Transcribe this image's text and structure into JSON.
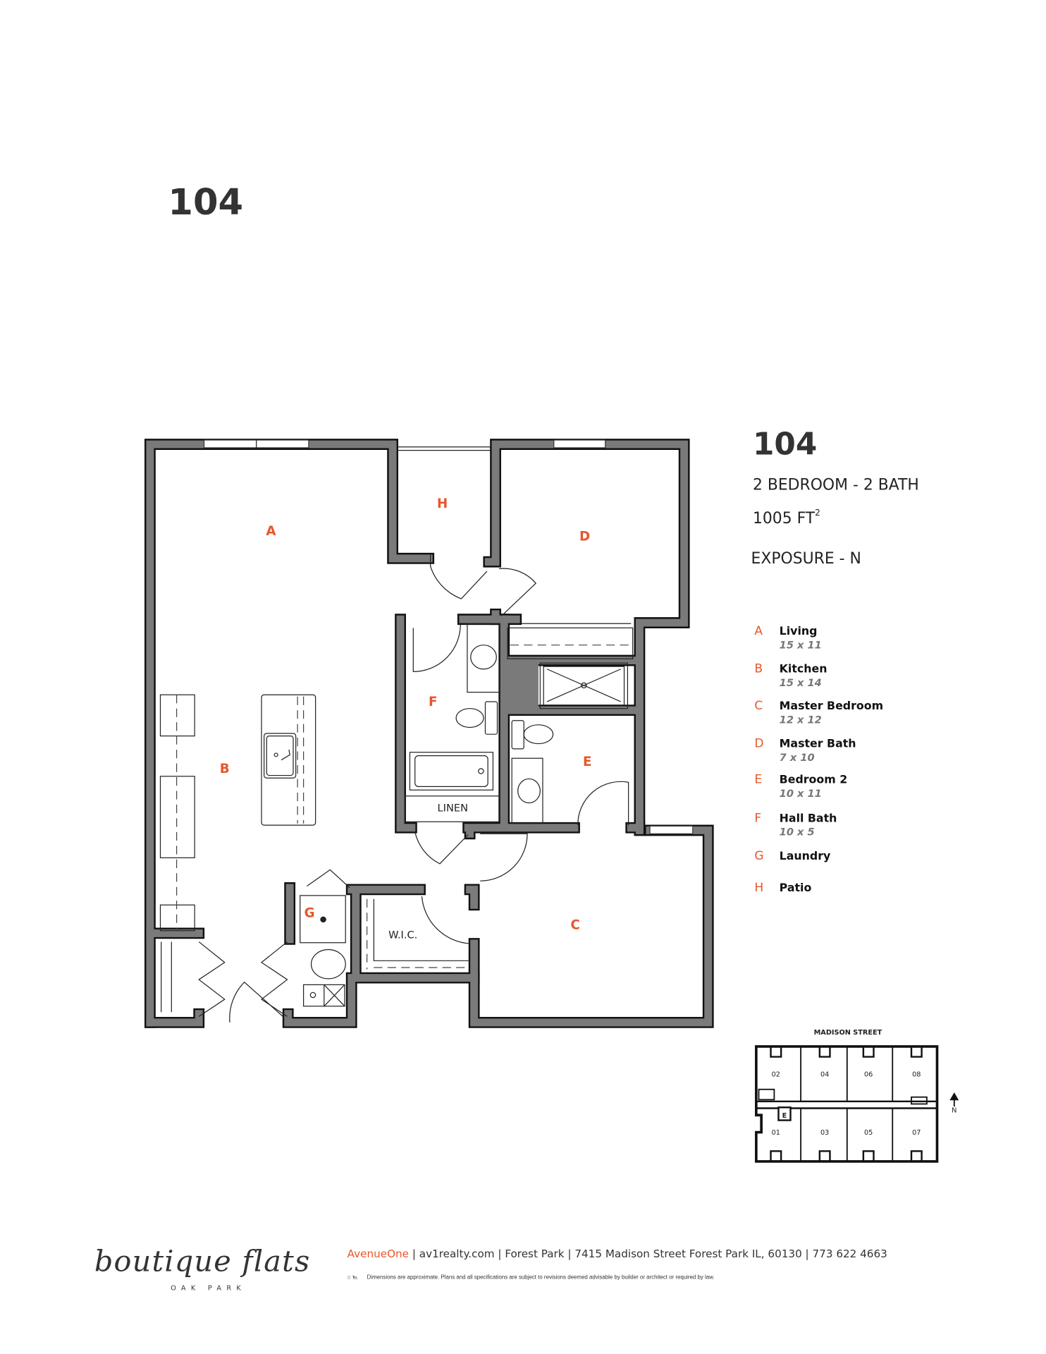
{
  "unit_heading": "104",
  "info": {
    "unit": "104",
    "layout": "2 BEDROOM - 2 BATH",
    "area": "1005 FT",
    "area_sup": "2",
    "exposure": "EXPOSURE - N"
  },
  "rooms": {
    "A": "A",
    "B": "B",
    "C": "C",
    "D": "D",
    "E": "E",
    "F": "F",
    "G": "G",
    "H": "H",
    "linen": "LINEN",
    "wic": "W.I.C."
  },
  "legend": [
    {
      "letter": "A",
      "name": "Living",
      "dims": "15 x 11"
    },
    {
      "letter": "B",
      "name": "Kitchen",
      "dims": "15 x 14"
    },
    {
      "letter": "C",
      "name": "Master Bedroom",
      "dims": "12 x 12"
    },
    {
      "letter": "D",
      "name": "Master Bath",
      "dims": "7 x 10"
    },
    {
      "letter": "E",
      "name": "Bedroom 2",
      "dims": "10 x 11"
    },
    {
      "letter": "F",
      "name": "Hall Bath",
      "dims": "10 x 5"
    },
    {
      "letter": "G",
      "name": "Laundry",
      "dims": ""
    },
    {
      "letter": "H",
      "name": "Patio",
      "dims": ""
    }
  ],
  "key_plan": {
    "street": "MADISON STREET",
    "north": "N",
    "elevator": "E",
    "units_top": [
      "02",
      "04",
      "06",
      "08"
    ],
    "units_bottom": [
      "01",
      "03",
      "05",
      "07"
    ]
  },
  "footer": {
    "logo_text": "boutique flats",
    "logo_sub": "OAK PARK",
    "brand": "AvenueOne",
    "contact": " | av1realty.com  |  Forest Park  |  7415 Madison Street Forest Park IL, 60130  |  773 622 4663",
    "disclaimer": "Dimensions are approximate.   Plans and all specifications are subject to revisions deemed advisable by builder or architect or required by law."
  },
  "colors": {
    "accent": "#e8562a",
    "wall": "#7a7a7a",
    "text": "#333333"
  }
}
